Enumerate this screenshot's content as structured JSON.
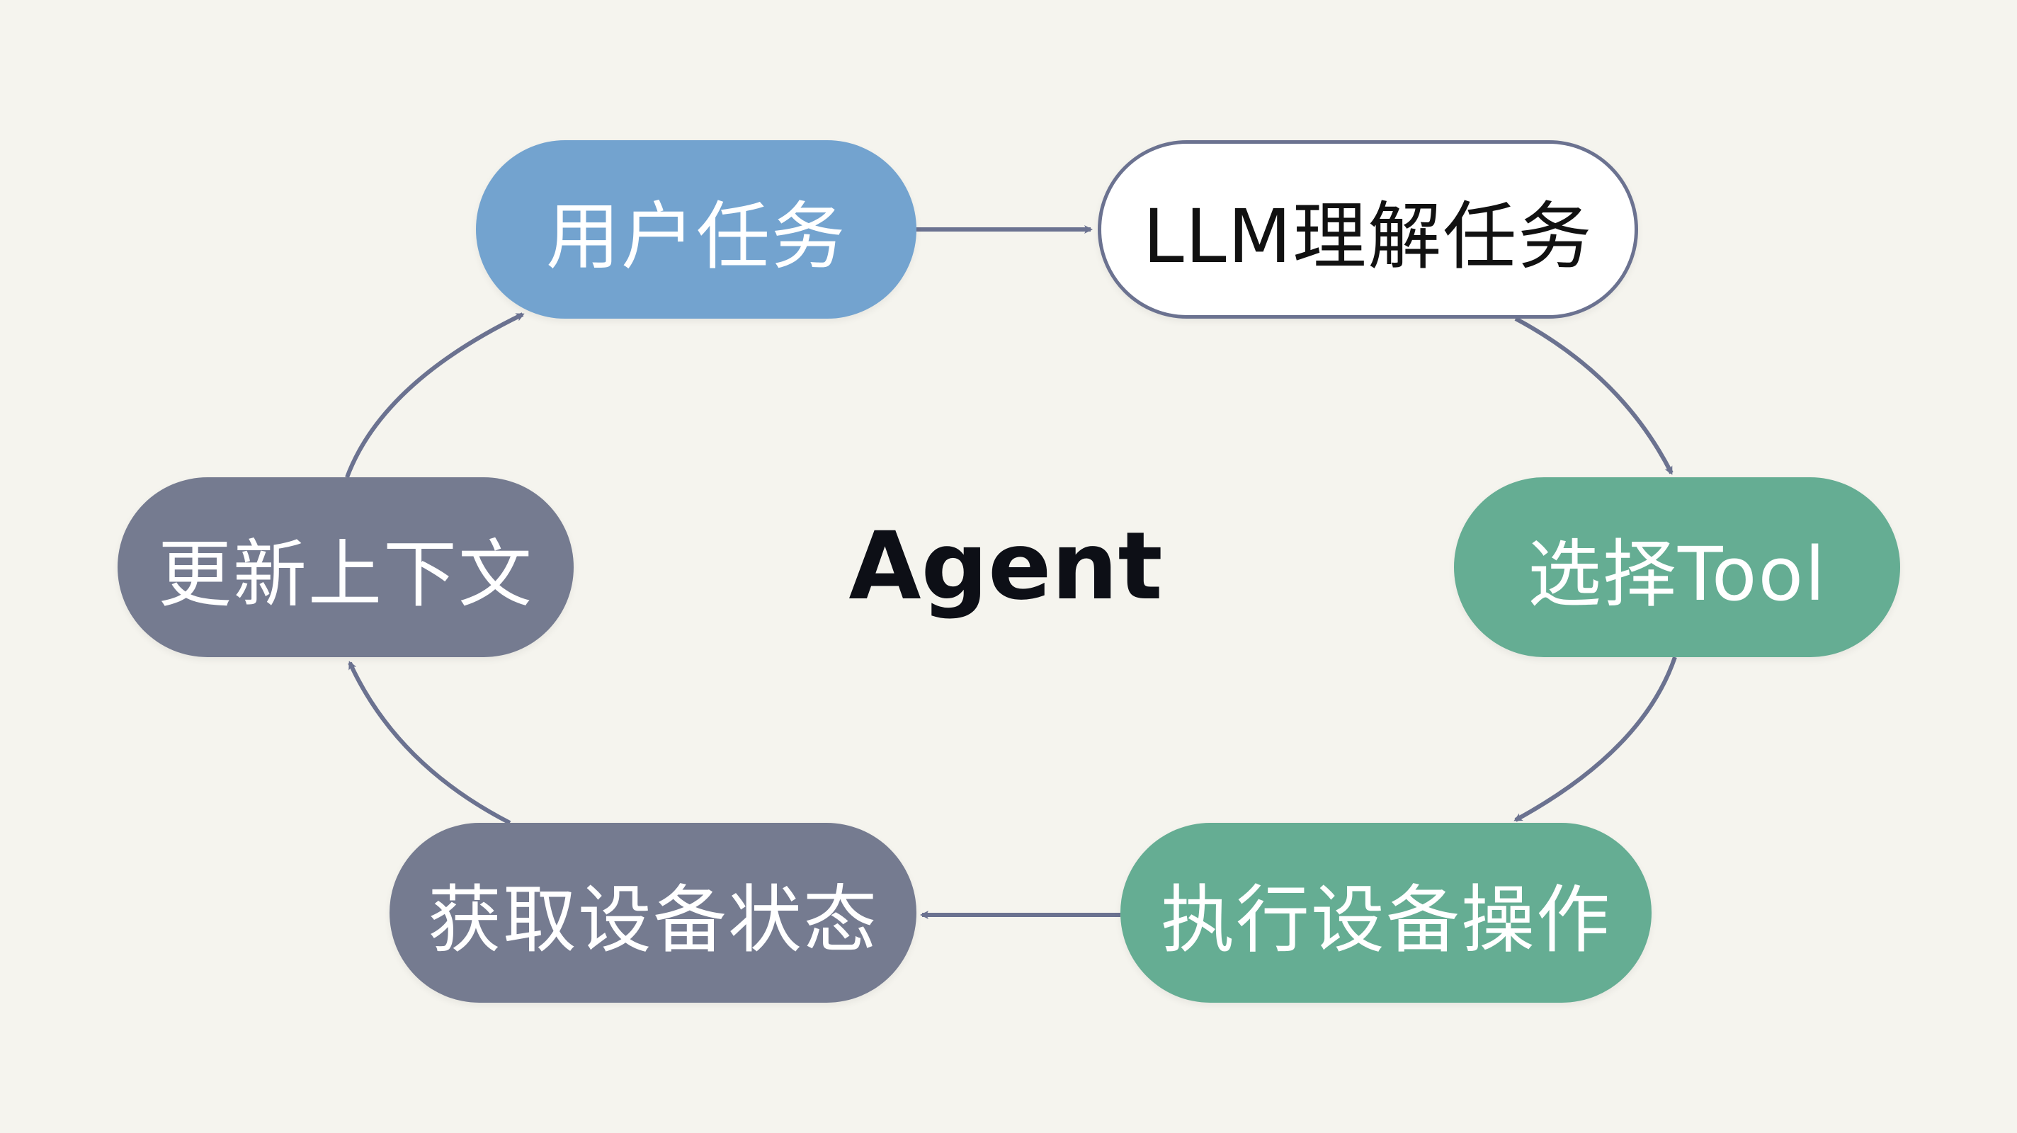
{
  "center_title": "Agent",
  "nodes": {
    "user_task": "用户任务",
    "llm_understand": "LLM理解任务",
    "select_tool": "选择Tool",
    "execute_operation": "执行设备操作",
    "get_device_state": "获取设备状态",
    "update_context": "更新上下文"
  },
  "colors": {
    "background": "#f5f4ee",
    "blue_node": "#73a3cf",
    "green_node": "#65ad93",
    "gray_node": "#757b90",
    "outline": "#6b7290",
    "arrow": "#6b7290"
  }
}
